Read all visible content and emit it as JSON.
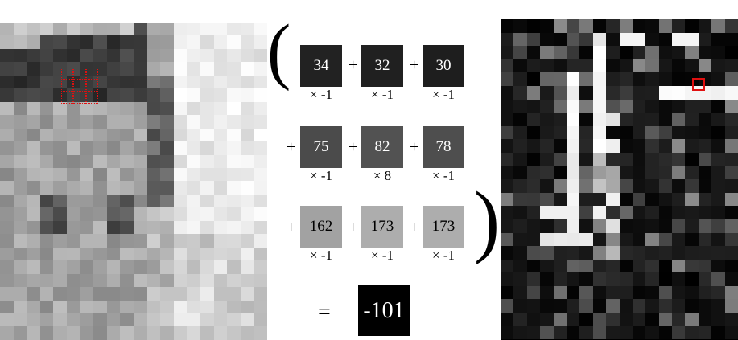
{
  "kernel_rows": [
    [
      {
        "value": "34",
        "multiplier": "× -1",
        "fill": "#222222",
        "text_color": "#ffffff"
      },
      {
        "value": "32",
        "multiplier": "× -1",
        "fill": "#202020",
        "text_color": "#ffffff"
      },
      {
        "value": "30",
        "multiplier": "× -1",
        "fill": "#1e1e1e",
        "text_color": "#ffffff"
      }
    ],
    [
      {
        "value": "75",
        "multiplier": "× -1",
        "fill": "#4b4b4b",
        "text_color": "#ffffff"
      },
      {
        "value": "82",
        "multiplier": "× 8",
        "fill": "#525252",
        "text_color": "#ffffff"
      },
      {
        "value": "78",
        "multiplier": "× -1",
        "fill": "#4e4e4e",
        "text_color": "#ffffff"
      }
    ],
    [
      {
        "value": "162",
        "multiplier": "× -1",
        "fill": "#a2a2a2",
        "text_color": "#000000"
      },
      {
        "value": "173",
        "multiplier": "× -1",
        "fill": "#adadad",
        "text_color": "#000000"
      },
      {
        "value": "173",
        "multiplier": "× -1",
        "fill": "#adadad",
        "text_color": "#000000"
      }
    ]
  ],
  "operators": {
    "plus": "+",
    "equals": "=",
    "open_paren": "(",
    "close_paren": ")"
  },
  "result": "-101",
  "colors": {
    "highlight": "#e01010",
    "result_box": "#000000"
  }
}
